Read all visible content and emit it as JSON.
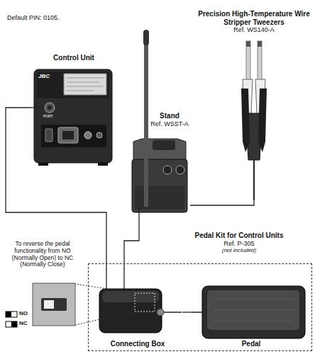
{
  "diagram": {
    "nodes": [
      {
        "text": [
          "Control Unit"
        ]
      },
      {
        "text": [
          "Precision High-Temperature Wire Stripper Tweezers",
          "Ref. WS140-A"
        ]
      },
      {
        "text": [
          "Stand",
          "Ref. WSST-A"
        ]
      },
      {
        "text": [
          "Pedal Kit for Control Units",
          "Ref. P-305",
          "(not included)"
        ]
      },
      {
        "text": [
          "Connecting Box"
        ],
        "in": 3
      },
      {
        "text": [
          "Pedal"
        ],
        "in": 3
      }
    ],
    "edges": [
      {
        "from": 0,
        "to": 4,
        "arrow": "none"
      },
      {
        "from": 2,
        "to": 4,
        "arrow": "none"
      },
      {
        "from": 1,
        "to": 2,
        "arrow": "none"
      },
      {
        "from": 5,
        "to": 4,
        "arrow": "none"
      }
    ],
    "labels": [
      "Default PIN: 0105.",
      "To reverse the pedal functionality from NO (Normally Open) to NC (Normally Close)",
      "NO",
      "NC",
      "PORT",
      "JBC"
    ]
  }
}
